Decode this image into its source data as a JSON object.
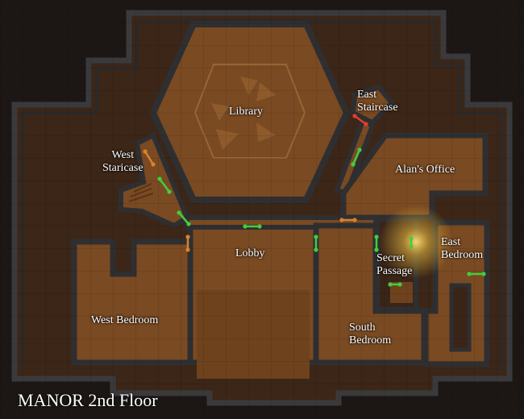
{
  "map": {
    "title": "MANOR 2nd Floor",
    "rooms": {
      "library": "Library",
      "east_staircase_1": "East",
      "east_staircase_2": "Staircase",
      "west_staircase_1": "West",
      "west_staircase_2": "Staricase",
      "alans_office": "Alan's Office",
      "lobby": "Lobby",
      "secret_passage_1": "Secret",
      "secret_passage_2": "Passage",
      "east_bedroom_1": "East",
      "east_bedroom_2": "Bedroom",
      "west_bedroom": "West Bedroom",
      "south_bedroom_1": "South",
      "south_bedroom_2": "Bedroom"
    },
    "colors": {
      "background": "#1c1714",
      "floor": "#7a4a22",
      "wall": "#2f2f31",
      "outer_wall": "#3a3a3c",
      "door_open": "#3fcf3f",
      "door_locked": "#d9822b",
      "door_blocked": "#e0402a",
      "light_glow": "#f0c040"
    },
    "door_types": [
      "open",
      "locked",
      "blocked"
    ]
  }
}
